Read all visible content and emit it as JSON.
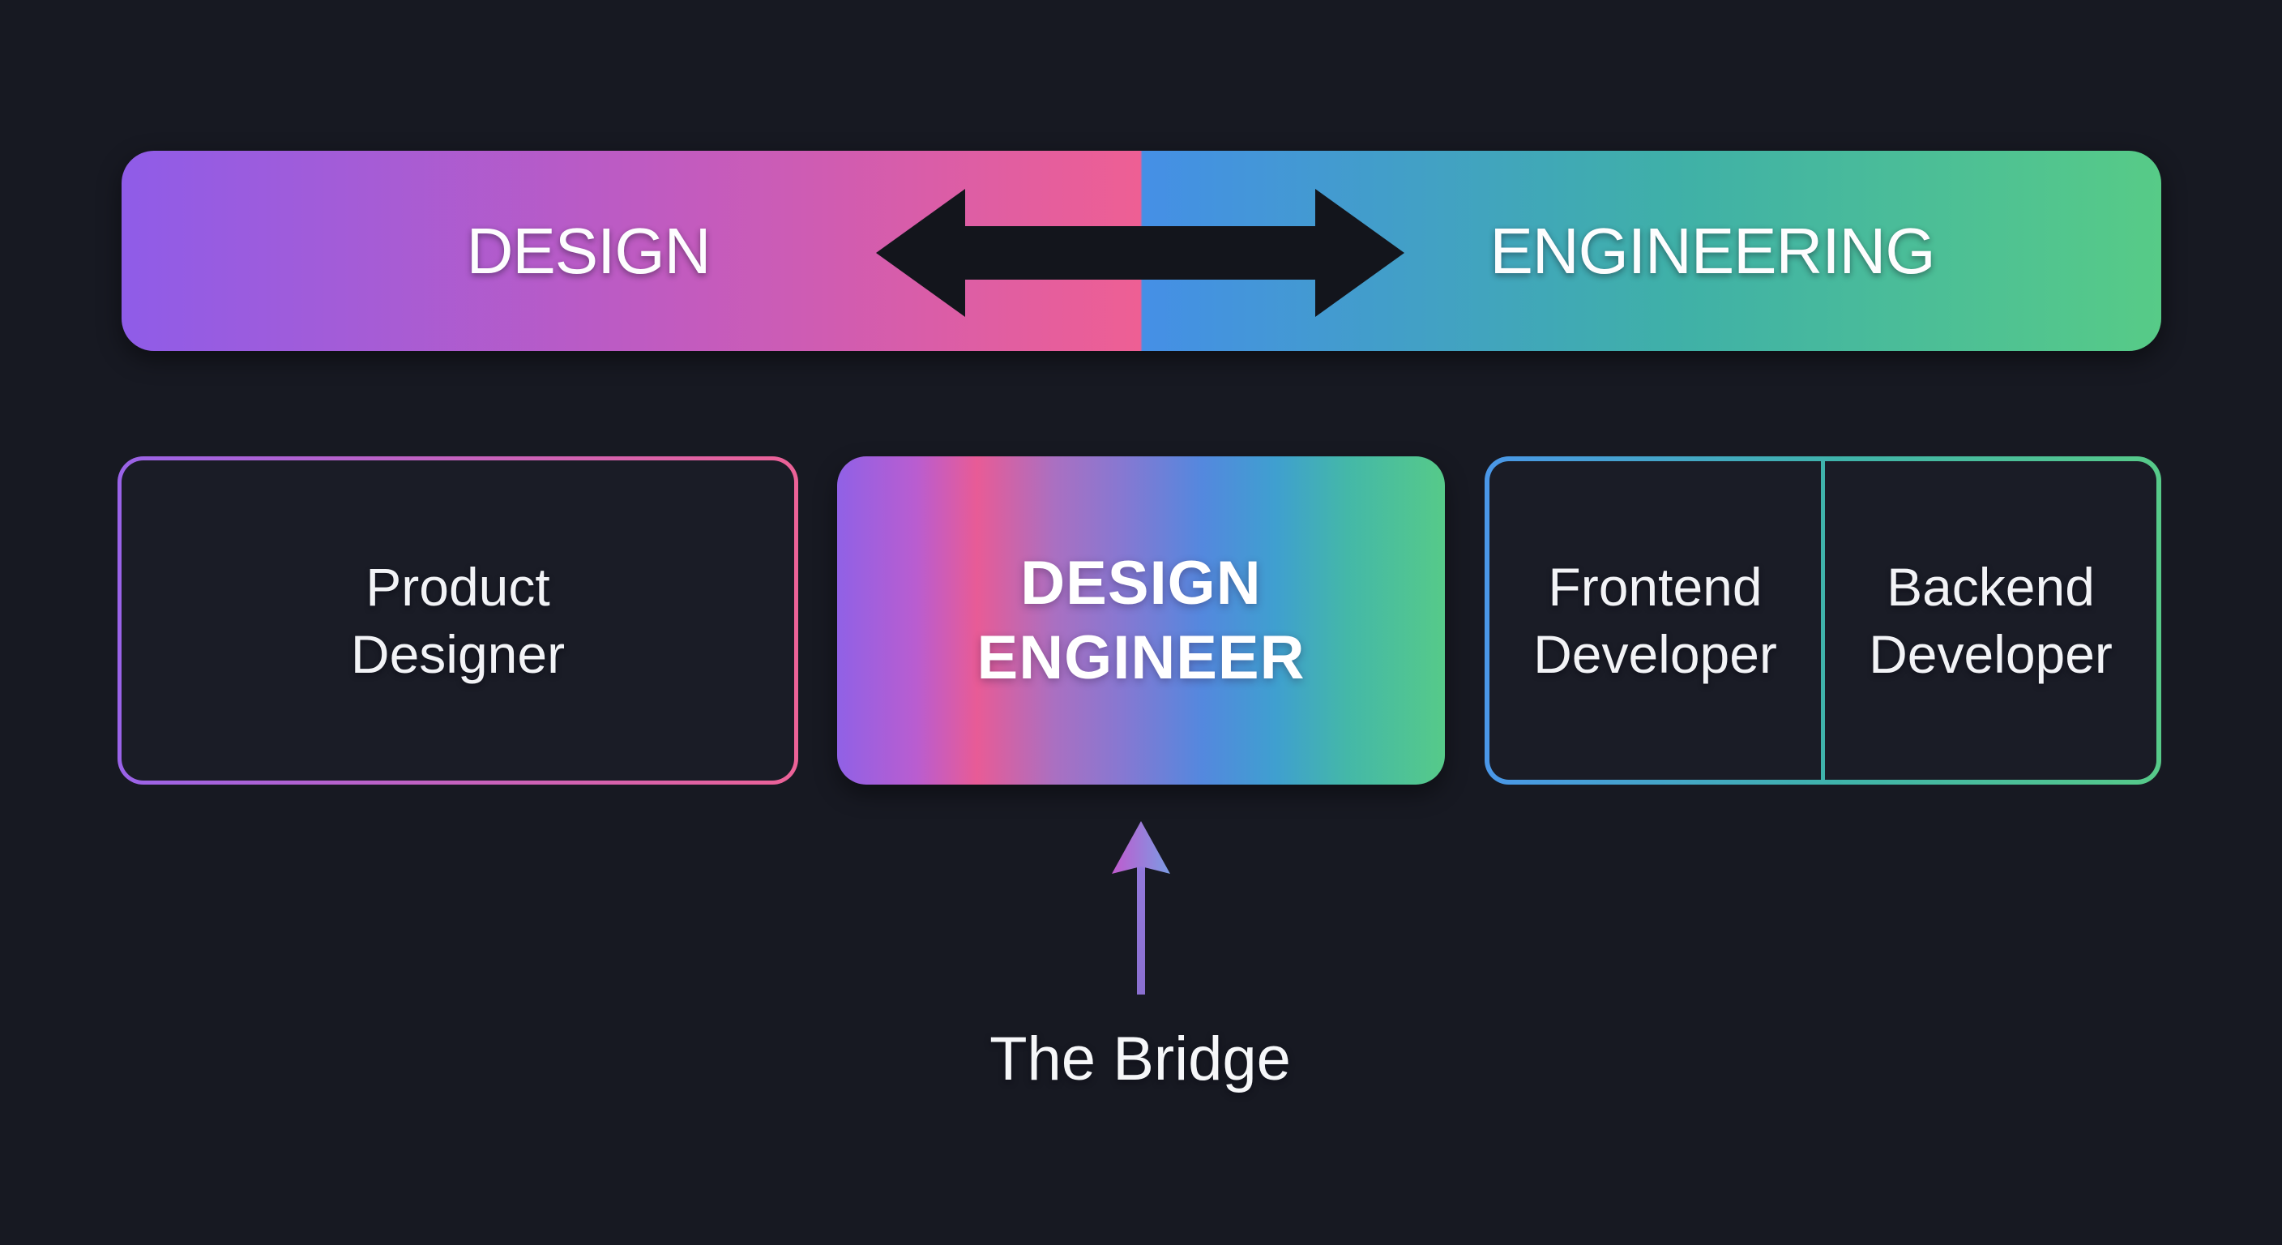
{
  "page": {
    "background_color": "#171922",
    "text_color": "#f4f5f7"
  },
  "banner": {
    "design_label": "DESIGN",
    "engineering_label": "ENGINEERING",
    "design_gradient": [
      "#8f5ce8",
      "#ee5f94"
    ],
    "engineering_gradient": [
      "#458fe6",
      "#3fb0a8",
      "#57cb87"
    ],
    "arrow_color": "#13151c",
    "arrow_direction": "double-headed-horizontal"
  },
  "roles": {
    "product_designer": {
      "line1": "Product",
      "line2": "Designer",
      "border_gradient": [
        "#9a63e8",
        "#ec6297"
      ],
      "fill_color": "#1a1c26"
    },
    "design_engineer": {
      "line1": "DESIGN",
      "line2": "ENGINEER",
      "fill_gradient": [
        "#9061e6",
        "#e85b96",
        "#8678d2",
        "#5488de",
        "#3f9fd0",
        "#44b8a8",
        "#56ca89"
      ]
    },
    "frontend_developer": {
      "line1": "Frontend",
      "line2": "Developer"
    },
    "backend_developer": {
      "line1": "Backend",
      "line2": "Developer"
    },
    "developers_border_gradient": [
      "#4a97e8",
      "#57ca89"
    ],
    "developers_divider_color": "#3fb3ab",
    "developers_fill_color": "#1a1c26"
  },
  "bridge": {
    "label": "The Bridge",
    "arrow_head_gradient": [
      "#c05ace",
      "#7b9ce4"
    ],
    "arrow_shaft_color": "#8d75d6",
    "arrow_direction": "up"
  }
}
